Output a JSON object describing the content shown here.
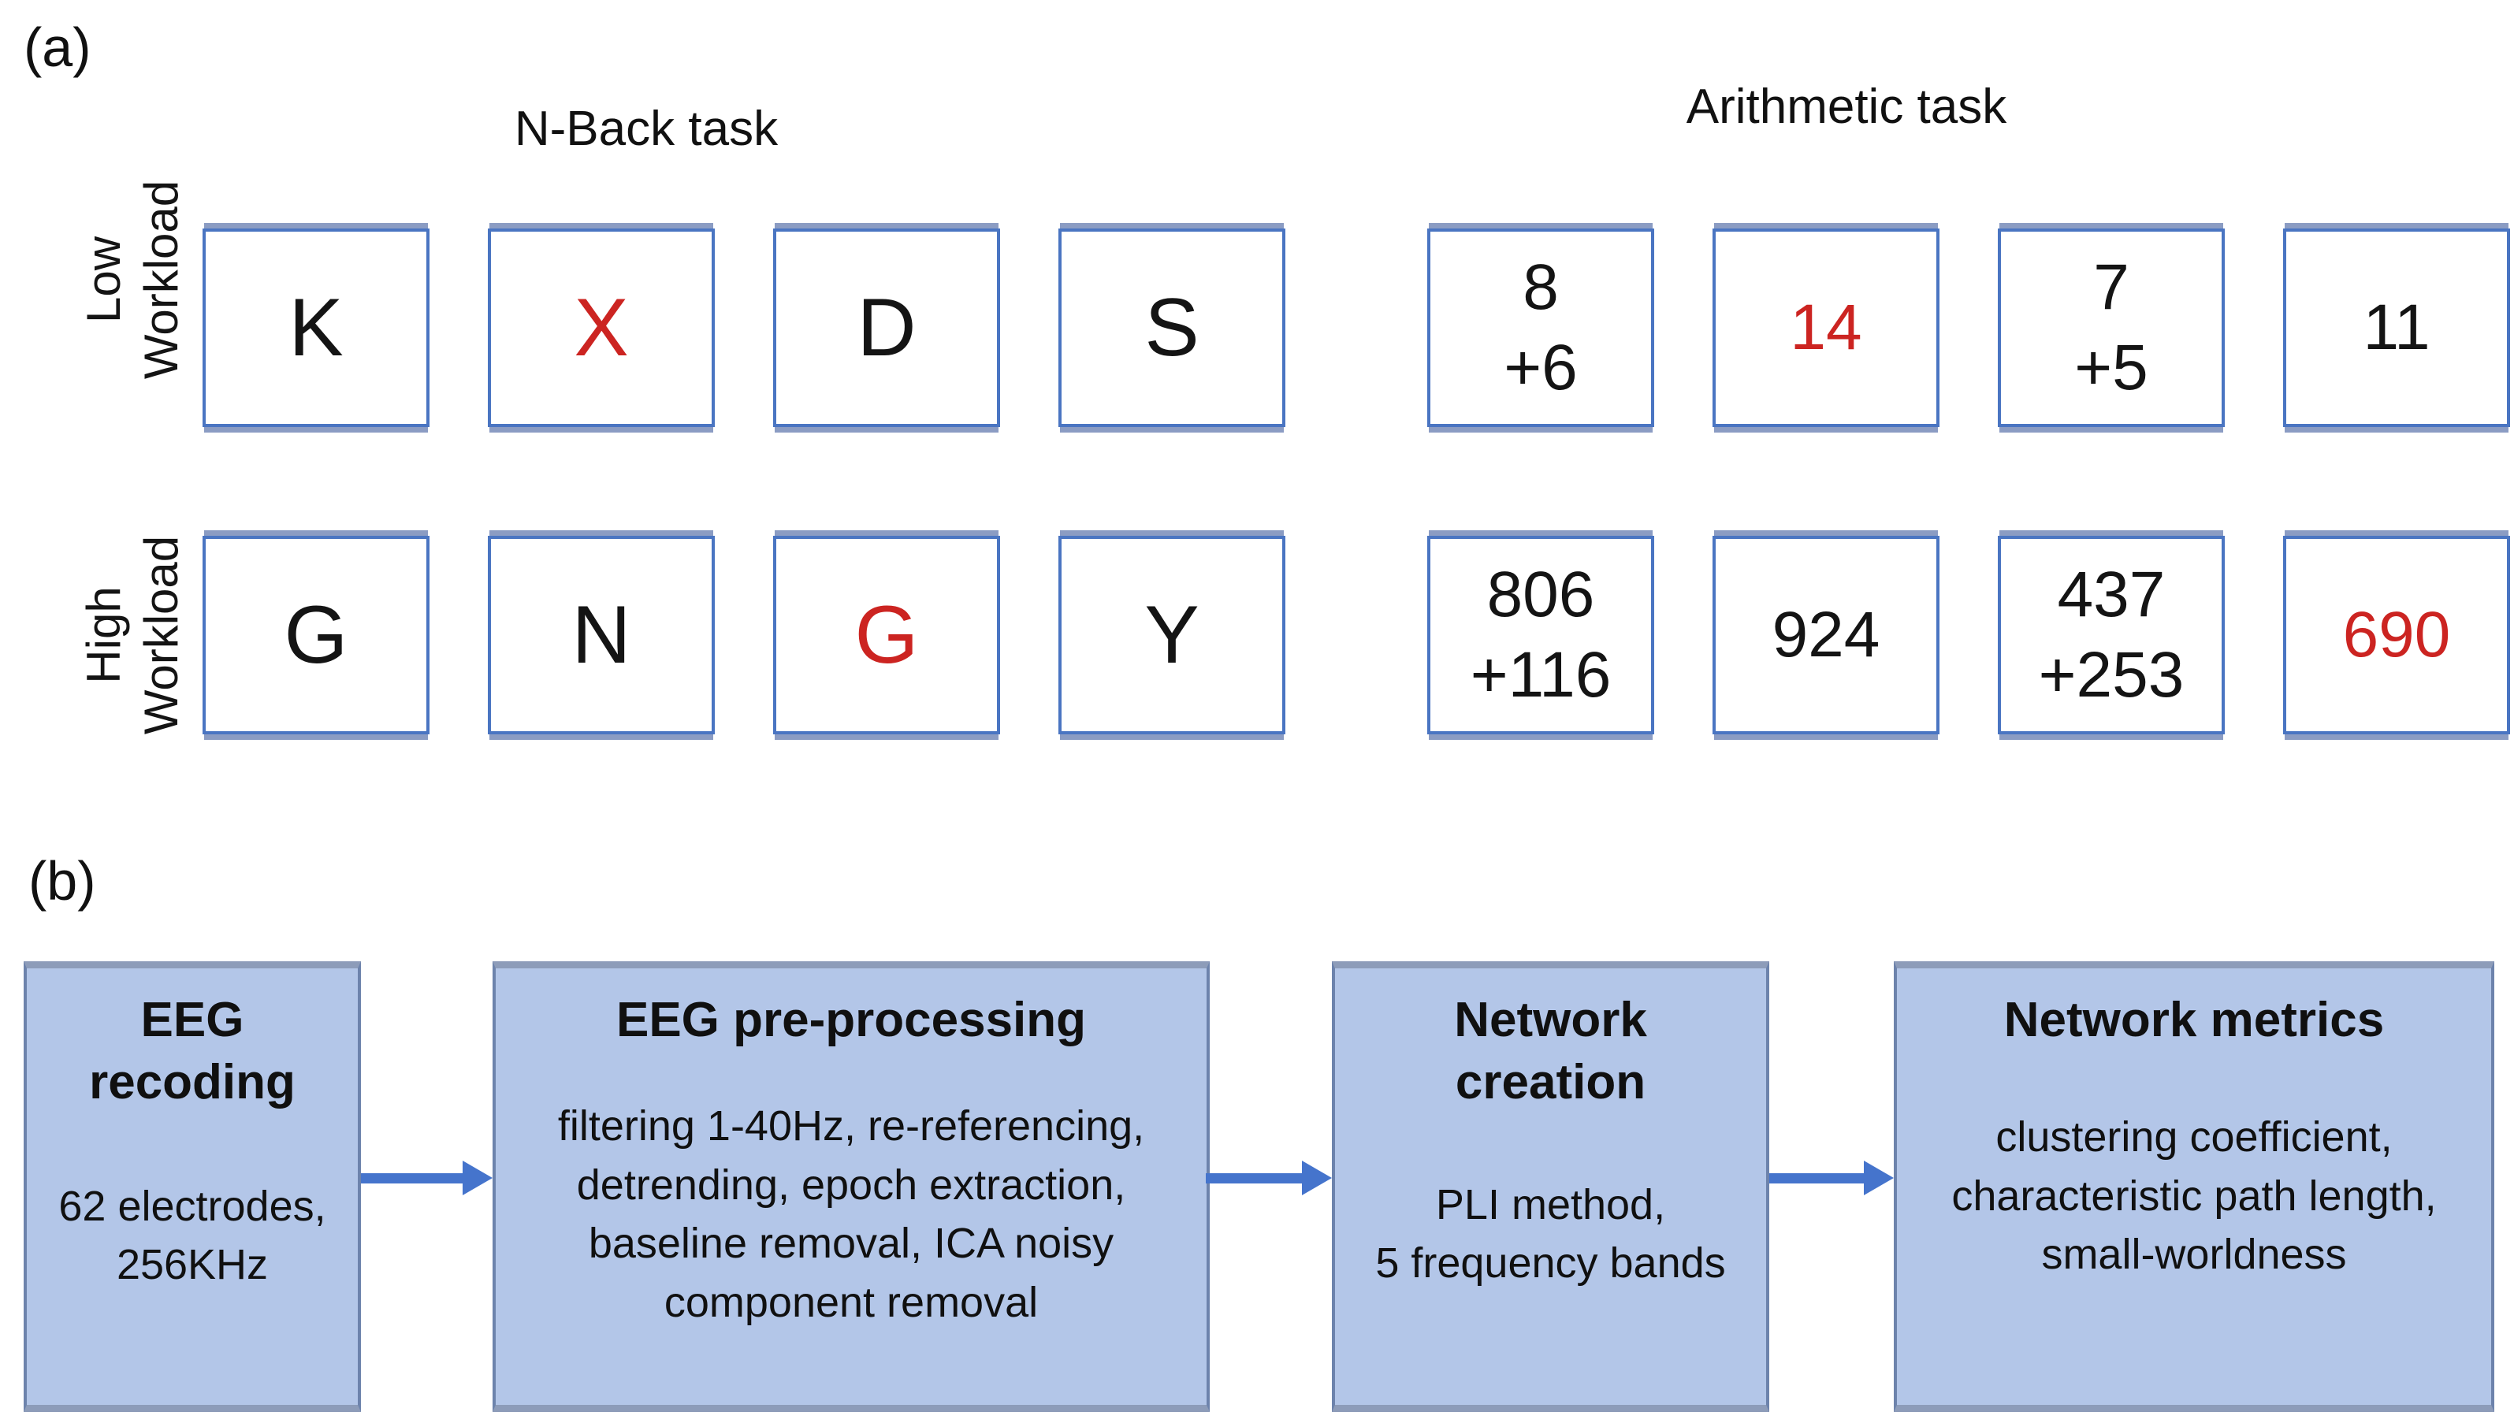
{
  "figure": {
    "panel_a_label": "(a)",
    "panel_b_label": "(b)"
  },
  "colors": {
    "stimulus_red": "#cc2421",
    "stimulus_box_border": "#4a75c2",
    "stimulus_box_strip": "#8b9cc3",
    "flow_box_fill": "#b3c6e8",
    "flow_box_border": "#6d83ac",
    "flow_box_strip": "#8d9cb9",
    "arrow_blue": "#4574cc",
    "text_black": "#141414"
  },
  "panel_a": {
    "row_labels": [
      [
        "Low",
        "Workload"
      ],
      [
        "High",
        "Workload"
      ]
    ],
    "nback": {
      "title": "N-Back task",
      "rows": [
        {
          "cells": [
            {
              "text": "K",
              "red": false
            },
            {
              "text": "X",
              "red": true
            },
            {
              "text": "D",
              "red": false
            },
            {
              "text": "S",
              "red": false
            }
          ]
        },
        {
          "cells": [
            {
              "text": "G",
              "red": false
            },
            {
              "text": "N",
              "red": false
            },
            {
              "text": "G",
              "red": true
            },
            {
              "text": "Y",
              "red": false
            }
          ]
        }
      ]
    },
    "arithmetic": {
      "title": "Arithmetic task",
      "rows": [
        {
          "cells": [
            {
              "lines": [
                "8",
                "+6"
              ],
              "red": false
            },
            {
              "lines": [
                "14"
              ],
              "red": true
            },
            {
              "lines": [
                "7",
                "+5"
              ],
              "red": false
            },
            {
              "lines": [
                "11"
              ],
              "red": false
            }
          ]
        },
        {
          "cells": [
            {
              "lines": [
                "806",
                "+116"
              ],
              "red": false
            },
            {
              "lines": [
                "924"
              ],
              "red": false
            },
            {
              "lines": [
                "437",
                "+253"
              ],
              "red": false
            },
            {
              "lines": [
                "690"
              ],
              "red": true
            }
          ]
        }
      ]
    }
  },
  "panel_b": {
    "steps": [
      {
        "title_lines": [
          "EEG",
          "recoding"
        ],
        "body_lines": [
          "62 electrodes,",
          "256KHz"
        ]
      },
      {
        "title_lines": [
          "EEG pre-processing"
        ],
        "body_lines": [
          "filtering 1-40Hz, re-referencing,",
          "detrending, epoch extraction,",
          "baseline removal, ICA noisy",
          "component removal"
        ]
      },
      {
        "title_lines": [
          "Network",
          "creation"
        ],
        "body_lines": [
          "PLI method,",
          "5 frequency bands"
        ]
      },
      {
        "title_lines": [
          "Network metrics"
        ],
        "body_lines": [
          "clustering coefficient,",
          "characteristic path length,",
          "small-worldness"
        ]
      }
    ]
  }
}
